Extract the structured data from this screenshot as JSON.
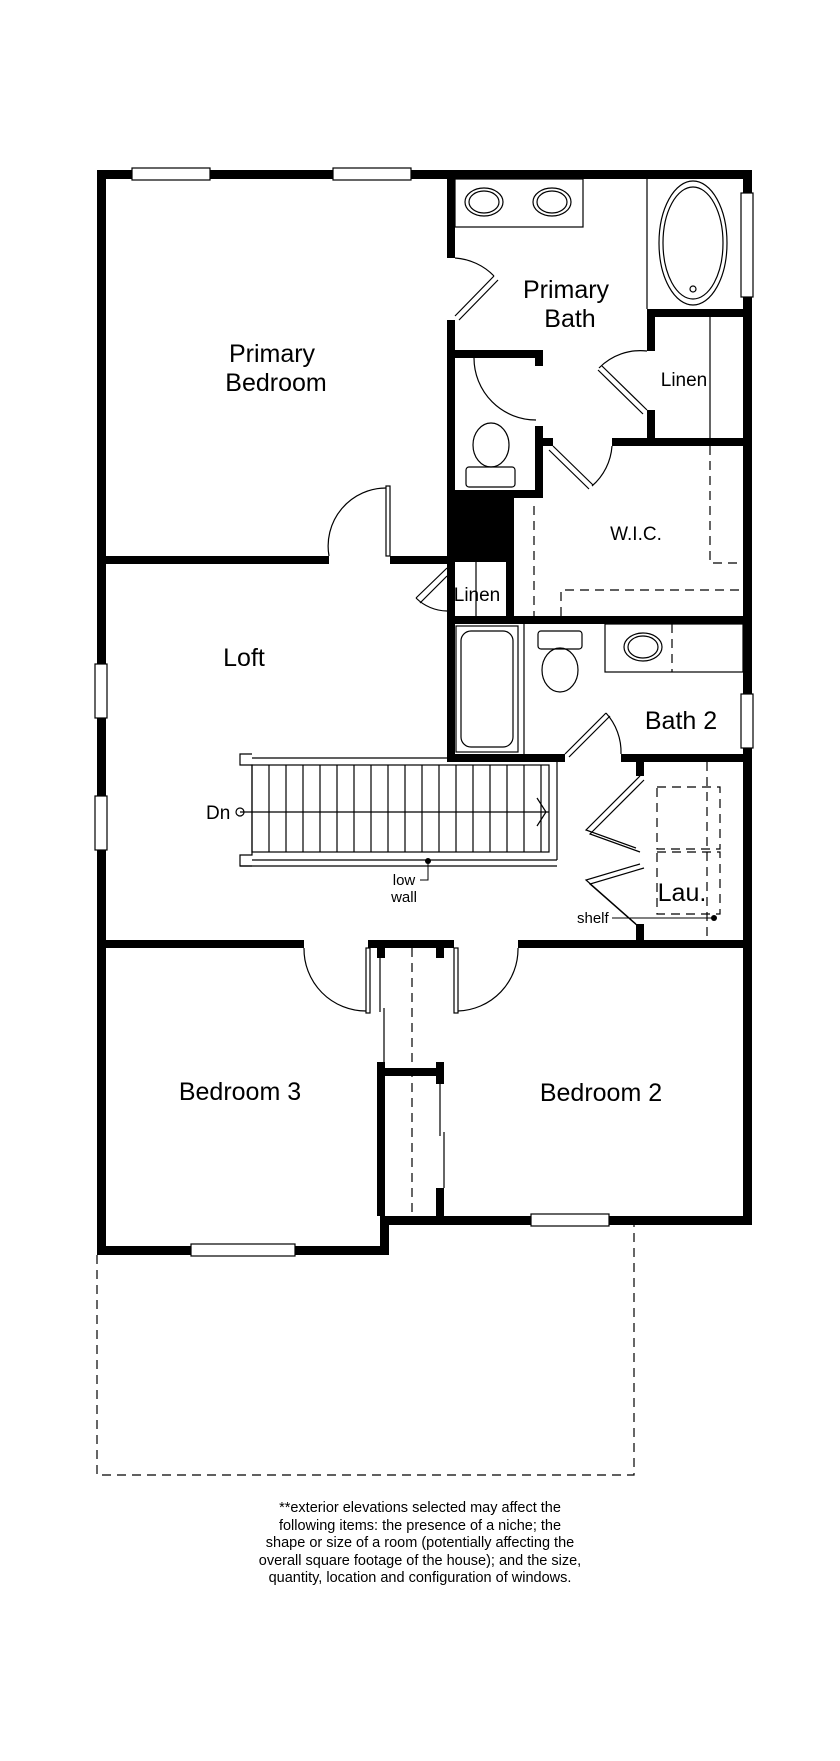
{
  "rooms": {
    "primary_bedroom": [
      "Primary",
      "Bedroom"
    ],
    "primary_bath": [
      "Primary",
      "Bath"
    ],
    "linen_primary": "Linen",
    "wic": "W.I.C.",
    "linen_hall": "Linen",
    "loft": "Loft",
    "bath_2": "Bath 2",
    "laundry": "Lau.",
    "bedroom_3": "Bedroom 3",
    "bedroom_2": "Bedroom 2"
  },
  "annotations": {
    "stairs_down": "Dn",
    "low_wall": [
      "low",
      "wall"
    ],
    "shelf": "shelf"
  },
  "note_lines": [
    "**exterior elevations selected may affect the",
    "following items: the presence of a niche; the",
    "shape or size of a room (potentially affecting the",
    "overall square footage of the house); and the size,",
    "quantity, location and configuration of windows."
  ]
}
